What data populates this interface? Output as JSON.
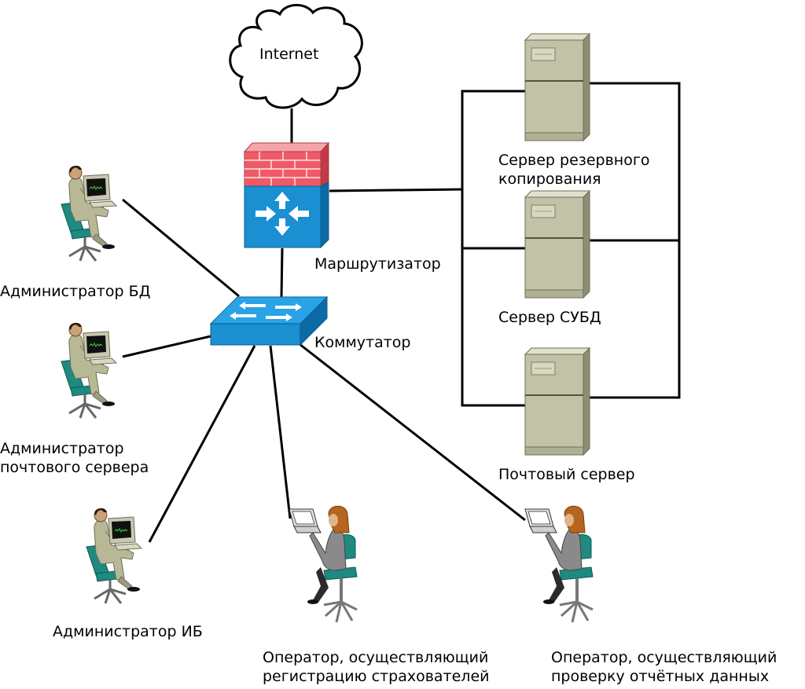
{
  "cloud": {
    "label": "Internet"
  },
  "router": {
    "label": "Маршрутизатор"
  },
  "switch": {
    "label": "Коммутатор"
  },
  "servers": {
    "backup": {
      "line1": "Сервер резервного",
      "line2": "копирования"
    },
    "dbms": {
      "label": "Сервер СУБД"
    },
    "mail": {
      "label": "Почтовый сервер"
    }
  },
  "users": {
    "db_admin": {
      "label": "Администратор БД"
    },
    "mail_admin": {
      "line1": "Администратор",
      "line2": "почтового сервера"
    },
    "ib_admin": {
      "label": "Администратор ИБ"
    },
    "operator_reg": {
      "line1": "Оператор, осуществляющий",
      "line2": "регистрацию страхователей"
    },
    "operator_check": {
      "line1": "Оператор, осуществляющий",
      "line2": "проверку отчётных данных"
    }
  },
  "colors": {
    "firewall_red": "#f05a66",
    "router_blue": "#1a8fd1",
    "server_body": "#c2c2a6",
    "chair_teal": "#1e8a80",
    "suit_beige": "#b8b896",
    "line": "#000000"
  },
  "icons": [
    "cloud-icon",
    "firewall-router-icon",
    "switch-icon",
    "server-icon",
    "admin-workstation-icon",
    "operator-laptop-icon"
  ]
}
